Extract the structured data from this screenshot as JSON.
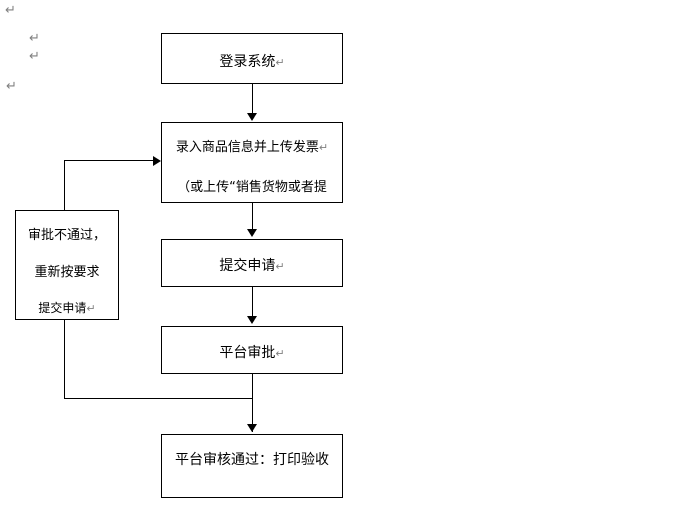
{
  "document": {
    "type": "flowchart",
    "language": "zh-CN",
    "background_color": "#ffffff",
    "line_color": "#000000",
    "paragraph_mark_color": "#808080",
    "paragraph_mark_glyph": "↵"
  },
  "paragraph_marks": [
    {
      "id": "pmark-1",
      "glyph": "↵"
    },
    {
      "id": "pmark-2",
      "glyph": "↵"
    },
    {
      "id": "pmark-3",
      "glyph": "↵"
    },
    {
      "id": "pmark-4",
      "glyph": "↵"
    }
  ],
  "nodes": {
    "login": {
      "id": "login",
      "label": "登录系统",
      "return_mark": "↵"
    },
    "enter_goods": {
      "line1": "录入商品信息并上传发票",
      "line1_return_mark": "↵",
      "line2": "（或上传“销售货物或者提"
    },
    "submit_application": {
      "label": "提交申请",
      "return_mark": "↵"
    },
    "platform_review": {
      "label": "平台审批",
      "return_mark": "↵"
    },
    "approved_print": {
      "label": "平台审核通过：打印验收"
    },
    "rejected": {
      "line1": "审批不通过，",
      "line2": "重新按要求",
      "line3": "提交申请",
      "line3_return_mark": "↵"
    }
  },
  "connectors": [
    {
      "id": "login-to-enter",
      "from": "login",
      "to": "enter_goods",
      "direction": "down",
      "arrow": true
    },
    {
      "id": "enter-to-submit",
      "from": "enter_goods",
      "to": "submit_application",
      "direction": "down",
      "arrow": true
    },
    {
      "id": "submit-to-review",
      "from": "submit_application",
      "to": "platform_review",
      "direction": "down",
      "arrow": true
    },
    {
      "id": "review-to-approved",
      "from": "platform_review",
      "to": "approved_print",
      "direction": "down",
      "arrow": true
    },
    {
      "id": "review-to-rejected-loop",
      "from": "platform_review",
      "to": "rejected",
      "direction": "left-down",
      "arrow": false
    },
    {
      "id": "rejected-to-enter-loop",
      "from": "rejected",
      "to": "enter_goods",
      "direction": "up-right",
      "arrow": true
    }
  ]
}
